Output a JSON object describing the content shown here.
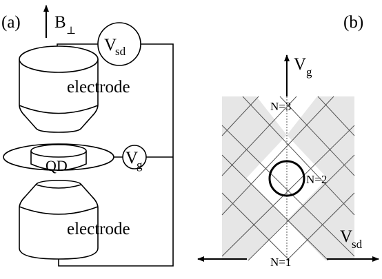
{
  "panel_a": {
    "label": "(a)",
    "field_label": "B",
    "field_subscript": "⊥",
    "top_electrode_label": "electrode",
    "bottom_electrode_label": "electrode",
    "dot_label": "QD",
    "vsd_meter": {
      "main": "V",
      "sub": "sd"
    },
    "vg_meter": {
      "main": "V",
      "sub": "g"
    }
  },
  "panel_b": {
    "label": "(b)",
    "y_axis": {
      "main": "V",
      "sub": "g"
    },
    "x_axis": {
      "main": "V",
      "sub": "sd"
    },
    "states": [
      "N=3",
      "N=2",
      "N=1"
    ],
    "shade_color": "#e6e6e6"
  }
}
